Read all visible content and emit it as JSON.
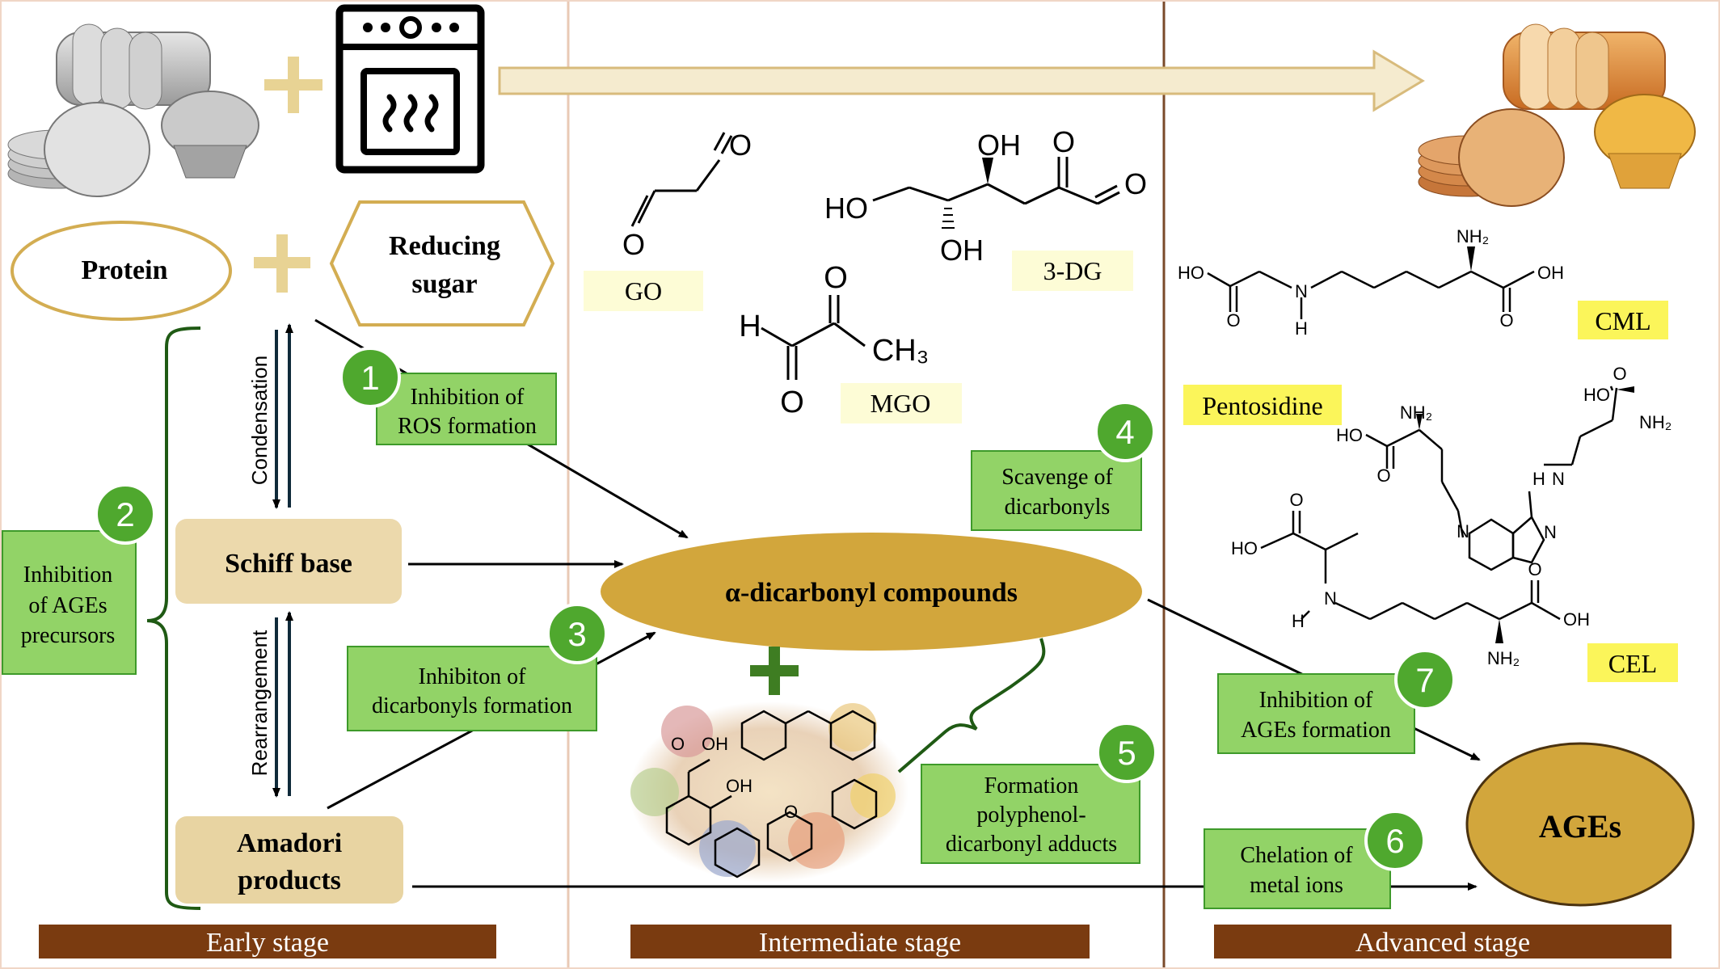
{
  "colors": {
    "green_box": "#92d367",
    "green_border": "#3e9a2a",
    "green_circle": "#4fa82e",
    "stage_bar": "#7a3b10",
    "gold": "#d2a63c",
    "tan_box": "#ecd9ac",
    "pale_yellow": "#fdfcd6",
    "bright_yellow": "#fbf55a",
    "bracket_green": "#1f5a14"
  },
  "icons": {
    "gray_food": "bread-biscuit-muffin-grayscale-photo",
    "oven": "oven-icon",
    "color_food": "bread-biscuit-muffin-color-photo",
    "polyphenols": "polyphenol-food-collage"
  },
  "early": {
    "protein": "Protein",
    "sugar_line1": "Reducing",
    "sugar_line2": "sugar",
    "condensation": "Condensation",
    "rearrangement": "Rearrangement",
    "schiff": "Schiff base",
    "amadori_line1": "Amadori",
    "amadori_line2": "products"
  },
  "intermediate": {
    "go": "GO",
    "mgo": "MGO",
    "dg3": "3-DG",
    "dicarbonyl": "α-dicarbonyl compounds"
  },
  "advanced": {
    "cml": "CML",
    "pentosidine": "Pentosidine",
    "cel": "CEL",
    "ages": "AGEs"
  },
  "chem": {
    "oh": "OH",
    "ho": "HO",
    "o": "O",
    "h": "H",
    "n": "N",
    "nh2": "NH₂",
    "ch3": "CH₃"
  },
  "steps": [
    {
      "num": "1",
      "line1": "Inhibition of",
      "line2": "ROS formation"
    },
    {
      "num": "2",
      "line1": "Inhibition",
      "line2": "of AGEs",
      "line3": "precursors"
    },
    {
      "num": "3",
      "line1": "Inhibiton of",
      "line2": "dicarbonyls formation"
    },
    {
      "num": "4",
      "line1": "Scavenge of",
      "line2": "dicarbonyls"
    },
    {
      "num": "5",
      "line1": "Formation",
      "line2": "polyphenol-",
      "line3": "dicarbonyl adducts"
    },
    {
      "num": "6",
      "line1": "Chelation of",
      "line2": "metal ions"
    },
    {
      "num": "7",
      "line1": "Inhibition of",
      "line2": "AGEs formation"
    }
  ],
  "stages": [
    "Early stage",
    "Intermediate stage",
    "Advanced stage"
  ]
}
